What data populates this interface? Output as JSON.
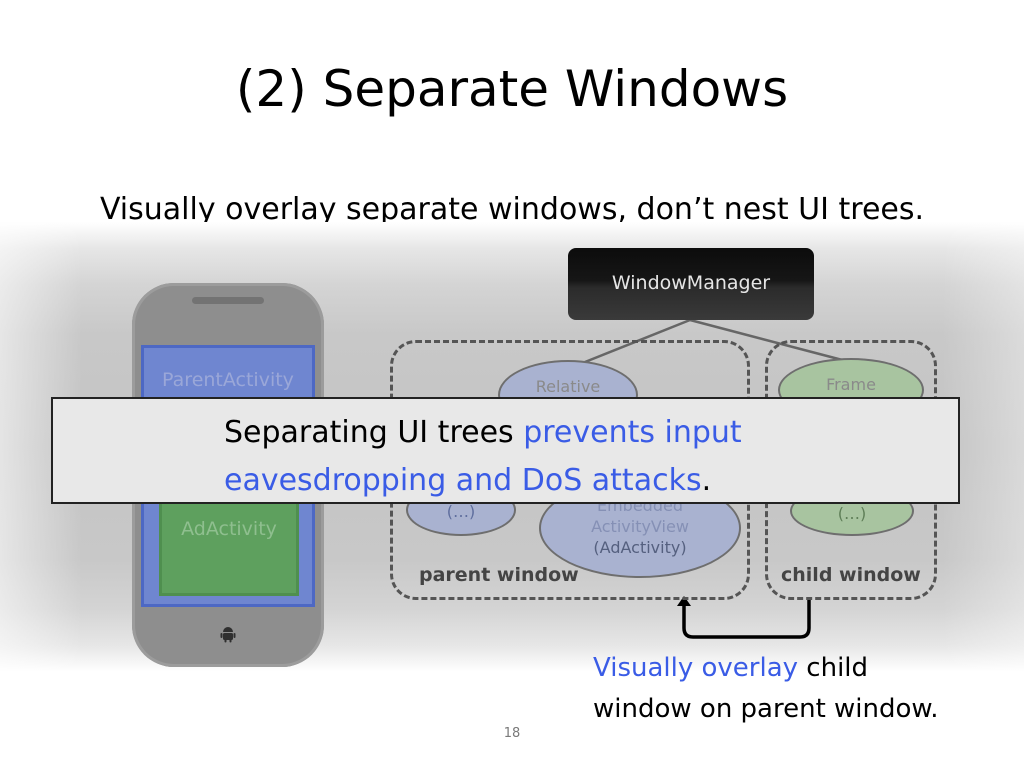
{
  "slide": {
    "title": "(2) Separate Windows",
    "subtitle": "Visually overlay separate windows, don’t nest UI trees.",
    "page_number": "18"
  },
  "phone": {
    "parent_label": "ParentActivity",
    "ad_label": "AdActivity",
    "icon": "android-icon"
  },
  "diagram": {
    "window_manager": "WindowManager",
    "parent_window_label": "parent window",
    "child_window_label": "child window",
    "nodes": {
      "relative": "Relative",
      "frame": "Frame",
      "dots_left": "(…)",
      "dots_right": "(…)",
      "embedded_line1": "Embedded",
      "embedded_line2": "ActivityView",
      "embedded_line3": "(AdActivity)"
    }
  },
  "callout": {
    "text_plain": "Separating UI trees ",
    "text_accent_1": "prevents input",
    "text_accent_2": "eavesdropping and DoS attacks",
    "text_end": "."
  },
  "caption": {
    "accent": "Visually overlay",
    "line1_rest": " child",
    "line2": "window on parent window."
  },
  "colors": {
    "accent": "#3a5ce6",
    "parent_screen": "#6f86d0",
    "ad_screen": "#5ea05e",
    "window_manager": "#111111"
  }
}
